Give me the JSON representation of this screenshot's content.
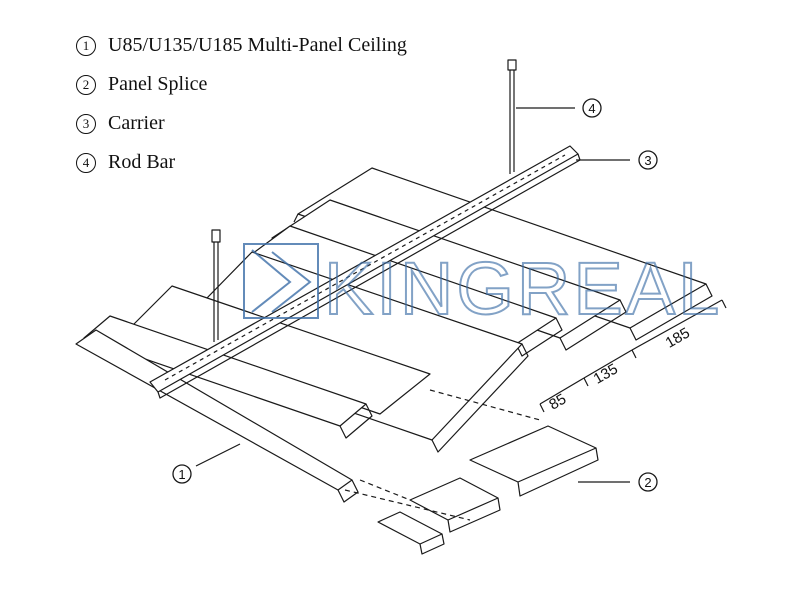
{
  "legend": [
    {
      "num": "1",
      "label": "U85/U135/U185 Multi-Panel Ceiling"
    },
    {
      "num": "2",
      "label": "Panel Splice"
    },
    {
      "num": "3",
      "label": "Carrier"
    },
    {
      "num": "4",
      "label": "Rod Bar"
    }
  ],
  "callouts": {
    "c1": "1",
    "c2": "2",
    "c3": "3",
    "c4": "4"
  },
  "dimensions": {
    "d85": "85",
    "d135": "135",
    "d185": "185"
  },
  "watermark": {
    "text": "KINGREAL",
    "color": "#3d6fa8"
  }
}
